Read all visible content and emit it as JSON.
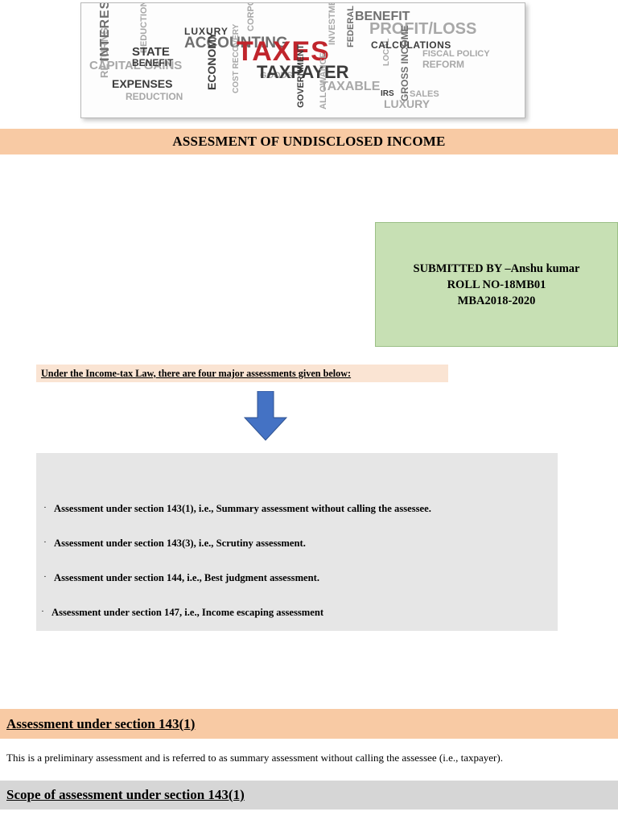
{
  "document": {
    "title": "ASSESMENT OF UNDISCLOSED INCOME"
  },
  "hero_image": {
    "name": "taxes-word-cloud",
    "words": [
      "INTEREST",
      "CAPITAL GAINS",
      "STATE",
      "BENEFIT",
      "EXPENSES",
      "RETURNS",
      "REDUCTION",
      "DEDUCTIONS",
      "LUXURY",
      "ACCOUNTING",
      "ECONOMY",
      "COST RECOVERY",
      "GOODS",
      "TAXES",
      "TAXPAYER",
      "TAXABLE",
      "GOVERNMENT",
      "ALLOWANCE",
      "CORPORATE",
      "INVESTMENT",
      "FEDERAL",
      "LOCAL",
      "BENEFIT",
      "PROFIT/LOSS",
      "CALCULATIONS",
      "FISCAL POLICY",
      "REFORM",
      "GROSS INCOME",
      "IRS",
      "SALES",
      "LUXURY"
    ],
    "accent_color": "#c0252c"
  },
  "submitted_by": {
    "line1": "SUBMITTED BY –Anshu kumar",
    "line2": "ROLL NO-18MB01",
    "line3": "MBA2018-2020",
    "background_color": "#c7e0b4"
  },
  "intro": {
    "heading": "Under the Income-tax Law, there are four major assessments given below:",
    "background_color": "#fae4d3"
  },
  "arrow": {
    "name": "down-arrow",
    "color": "#4472c4"
  },
  "assessment_list": {
    "background_color": "#e6e6e6",
    "bullet_char": "·",
    "items": [
      "Assessment under section 143(1), i.e., Summary assessment without calling the assessee.",
      "Assessment under section 143(3), i.e., Scrutiny assessment.",
      "Assessment under section 144, i.e., Best judgment assessment.",
      "Assessment under section 147, i.e., Income escaping assessment"
    ]
  },
  "sections": [
    {
      "heading": "Assessment under section 143(1)",
      "heading_background": "#f8caa4",
      "body": "This is a preliminary assessment and is referred to as summary assessment without calling the assessee (i.e., taxpayer)."
    },
    {
      "heading": "Scope of assessment under section 143(1)",
      "heading_background": "#d6d6d6",
      "body": ""
    }
  ]
}
